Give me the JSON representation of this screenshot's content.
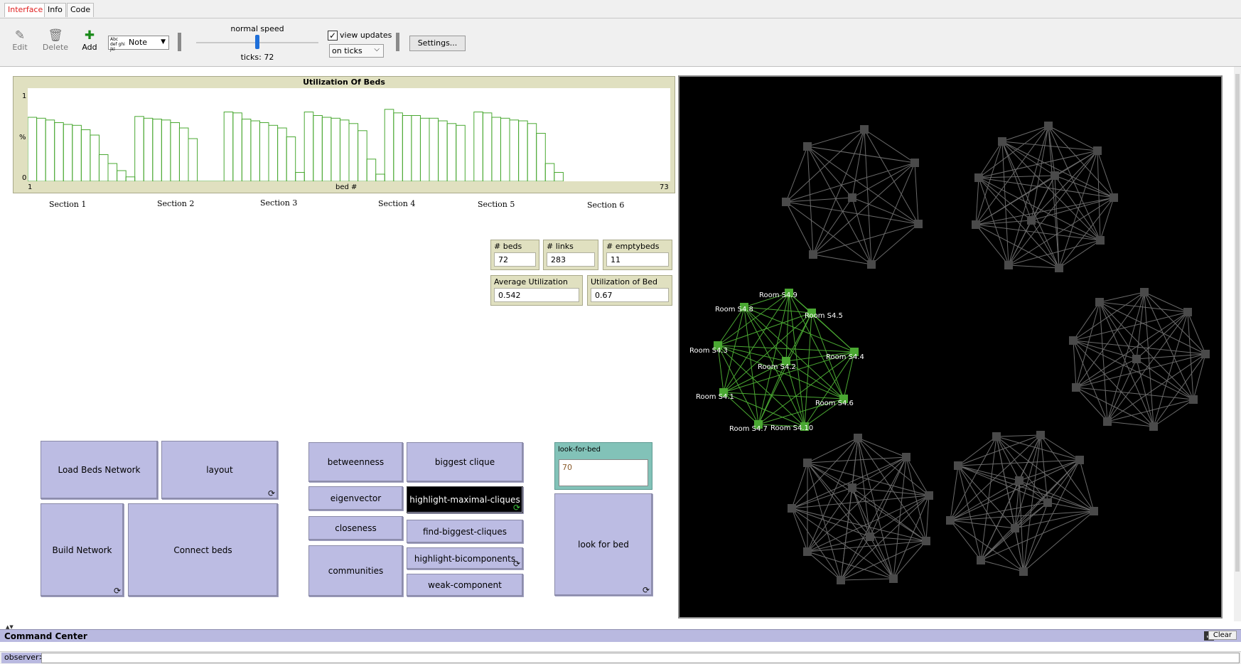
{
  "tabs": [
    {
      "label": "Interface",
      "active": true
    },
    {
      "label": "Info",
      "active": false
    },
    {
      "label": "Code",
      "active": false
    }
  ],
  "toolbar": {
    "edit_label": "Edit",
    "delete_label": "Delete",
    "add_label": "Add",
    "widget_type": "Note",
    "widget_type_icon_text": "Abc def ghi jkl",
    "speed_label": "normal speed",
    "speed_fraction": 0.5,
    "ticks_label": "ticks: 72",
    "view_updates_label": "view updates",
    "view_updates_checked": true,
    "update_mode": "on ticks",
    "settings_label": "Settings..."
  },
  "plot": {
    "title": "Utilization Of Beds",
    "ylabel": "%",
    "xlabel": "bed #",
    "ymin_label": "0",
    "ymax_label": "1",
    "xmin_label": "1",
    "xmax_label": "73"
  },
  "sections": [
    "Section 1",
    "Section 2",
    "Section 3",
    "Section 4",
    "Section 5",
    "Section 6"
  ],
  "monitors": {
    "beds": {
      "label": "# beds",
      "value": "72"
    },
    "links": {
      "label": "# links",
      "value": "283"
    },
    "emptybeds": {
      "label": "# emptybeds",
      "value": "11"
    },
    "avg_util": {
      "label": "Average Utilization",
      "value": "0.542"
    },
    "bed_util": {
      "label": "Utilization of Bed",
      "value": "0.67"
    }
  },
  "buttons": {
    "load": "Load Beds Network",
    "layout": "layout",
    "build": "Build Network",
    "connect": "Connect beds",
    "betweenness": "betweenness",
    "biggest_clique": "biggest clique",
    "eigenvector": "eigenvector",
    "highlight_maximal": "highlight-maximal-cliques",
    "closeness": "closeness",
    "find_biggest": "find-biggest-cliques",
    "communities": "communities",
    "highlight_bicomponents": "highlight-bicomponents",
    "weak_component": "weak-component",
    "look_for_bed": "look for bed"
  },
  "input": {
    "label": "look-for-bed",
    "value": "70"
  },
  "world": {
    "highlight_color": "#4aa832",
    "node_color": "#4a4a4a",
    "link_color": "#6a6a6a",
    "highlight_room_labels": [
      "Room S4.9",
      "Room S4.8",
      "Room S4.5",
      "Room S4.3",
      "Room S4.2",
      "Room S4.4",
      "Room S4.1",
      "Room S4.6",
      "Room S4.7",
      "Room S4.10"
    ]
  },
  "command_center": {
    "title": "Command Center",
    "clear_label": "Clear",
    "prompt": "observer>"
  },
  "chart_data": {
    "type": "bar",
    "title": "Utilization Of Beds",
    "xlabel": "bed #",
    "ylabel": "%",
    "ylim": [
      0,
      1
    ],
    "xlim": [
      1,
      73
    ],
    "x": [
      1,
      2,
      3,
      4,
      5,
      6,
      7,
      8,
      9,
      10,
      11,
      12,
      13,
      14,
      15,
      16,
      17,
      18,
      19,
      20,
      21,
      22,
      23,
      24,
      25,
      26,
      27,
      28,
      29,
      30,
      31,
      32,
      33,
      34,
      35,
      36,
      37,
      38,
      39,
      40,
      41,
      42,
      43,
      44,
      45,
      46,
      47,
      48,
      49,
      50,
      51,
      52,
      53,
      54,
      55,
      56,
      57,
      58,
      59,
      60,
      61,
      62,
      63,
      64,
      65,
      66,
      67,
      68,
      69,
      70,
      71,
      72
    ],
    "values": [
      0.72,
      0.71,
      0.69,
      0.66,
      0.64,
      0.63,
      0.58,
      0.52,
      0.3,
      0.2,
      0.12,
      0.05,
      0.73,
      0.71,
      0.7,
      0.69,
      0.66,
      0.6,
      0.48,
      0,
      0,
      0,
      0.78,
      0.77,
      0.7,
      0.68,
      0.66,
      0.63,
      0.6,
      0.5,
      0.1,
      0.78,
      0.74,
      0.72,
      0.71,
      0.69,
      0.65,
      0.57,
      0.25,
      0.08,
      0.81,
      0.77,
      0.74,
      0.74,
      0.71,
      0.71,
      0.68,
      0.65,
      0.63,
      0,
      0.78,
      0.77,
      0.72,
      0.71,
      0.69,
      0.68,
      0.65,
      0.54,
      0.2,
      0.1
    ],
    "color": "#4aa832"
  }
}
